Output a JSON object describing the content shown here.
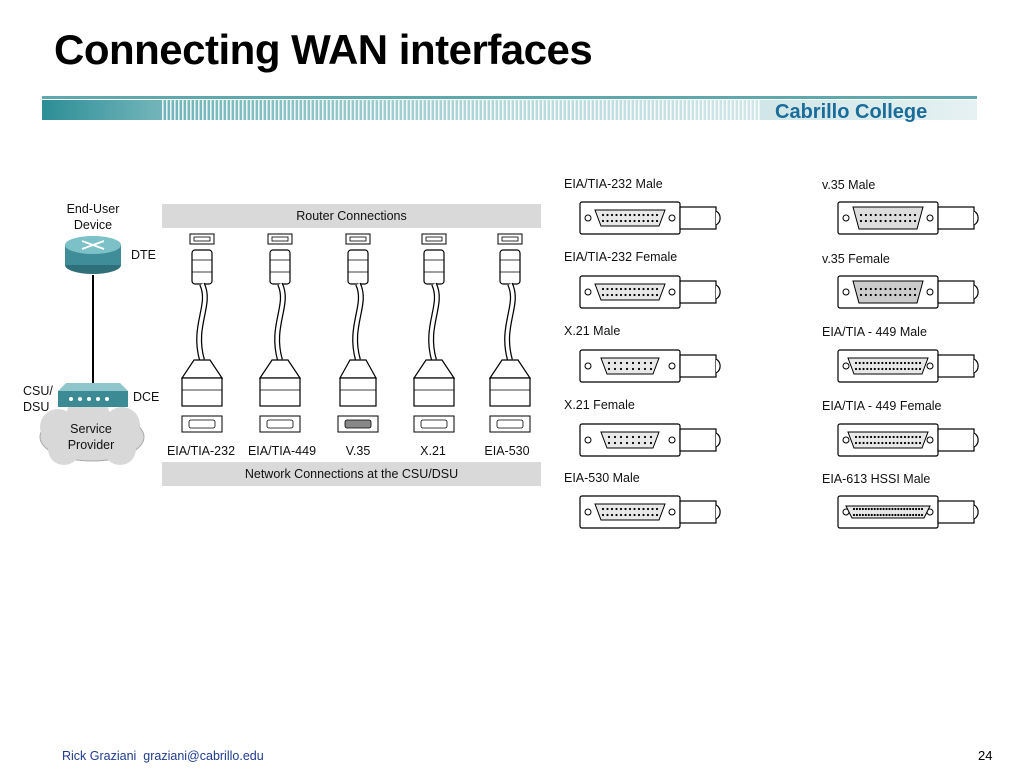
{
  "slide": {
    "title": "Connecting WAN interfaces",
    "brand": "Cabrillo College",
    "footer_author": "Rick Graziani",
    "footer_email": "graziani@cabrillo.edu",
    "page_number": "24"
  },
  "topology": {
    "end_user_device": "End-User\nDevice",
    "dte": "DTE",
    "csu_dsu": "CSU/\nDSU",
    "dce": "DCE",
    "service_provider": "Service\nProvider"
  },
  "router_connections": {
    "header": "Router Connections",
    "footer": "Network Connections at the CSU/DSU",
    "cables": [
      "EIA/TIA-232",
      "EIA/TIA-449",
      "V.35",
      "X.21",
      "EIA-530"
    ]
  },
  "connectors": {
    "left": [
      "EIA/TIA-232 Male",
      "EIA/TIA-232 Female",
      "X.21 Male",
      "X.21 Female",
      "EIA-530 Male"
    ],
    "right": [
      "v.35 Male",
      "v.35 Female",
      "EIA/TIA - 449 Male",
      "EIA/TIA - 449 Female",
      "EIA-613 HSSI Male"
    ]
  }
}
